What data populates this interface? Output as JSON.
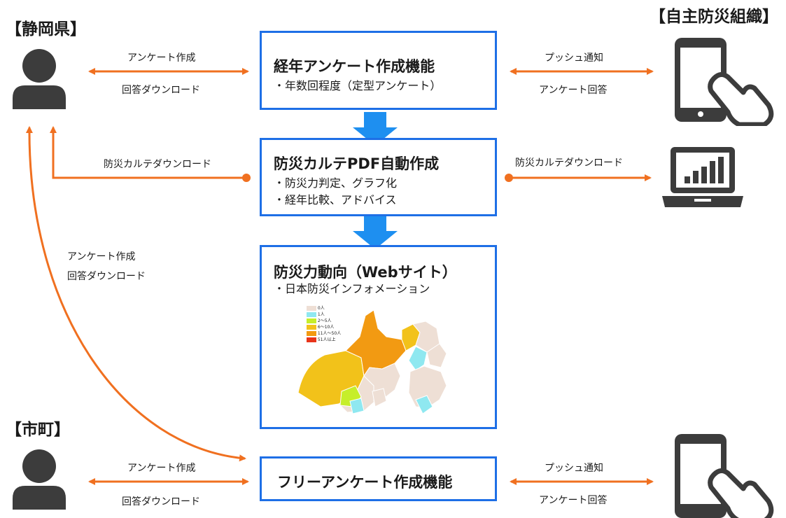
{
  "shizuoka_pref": {
    "label": "【静岡県】"
  },
  "jishu_org": {
    "label": "【自主防災組織】"
  },
  "municipality": {
    "label": "【市町】"
  },
  "box1": {
    "title": "経年アンケート作成機能",
    "lines": [
      "・年数回程度（定型アンケート）"
    ]
  },
  "box2": {
    "title": "防災カルテPDF自動作成",
    "lines": [
      "・防災力判定、グラフ化",
      "・経年比較、アドバイス"
    ]
  },
  "box3": {
    "title": "防災力動向（Webサイト）",
    "lines": [
      "・日本防災インフォメーション"
    ]
  },
  "box4": {
    "title": "フリーアンケート作成機能"
  },
  "arrows": {
    "pref_top": [
      "アンケート作成",
      "回答ダウンロード"
    ],
    "org_top": [
      "プッシュ通知",
      "アンケート回答"
    ],
    "karte_left": "防災カルテダウンロード",
    "karte_right": "防災カルテダウンロード",
    "curve": [
      "アンケート作成",
      "回答ダウンロード"
    ],
    "muni_left": [
      "アンケート作成",
      "回答ダウンロード"
    ],
    "muni_right": [
      "プッシュ通知",
      "アンケート回答"
    ]
  },
  "map": {
    "legend": [
      "0人",
      "1人",
      "2～5人",
      "6～10人",
      "11人～50人",
      "51人以上"
    ],
    "legend_colors": [
      "#eedfd5",
      "#8fe8f0",
      "#c6ee2a",
      "#f2c21a",
      "#f29a12",
      "#e8341a"
    ]
  },
  "colors": {
    "arrow": "#f07020",
    "box_border": "#1e6fe6",
    "flow_arrow": "#1e8ff0",
    "icon": "#3c3c3c"
  },
  "icons": [
    "person-icon",
    "tablet-touch-icon",
    "laptop-chart-icon",
    "down-arrow-icon"
  ]
}
